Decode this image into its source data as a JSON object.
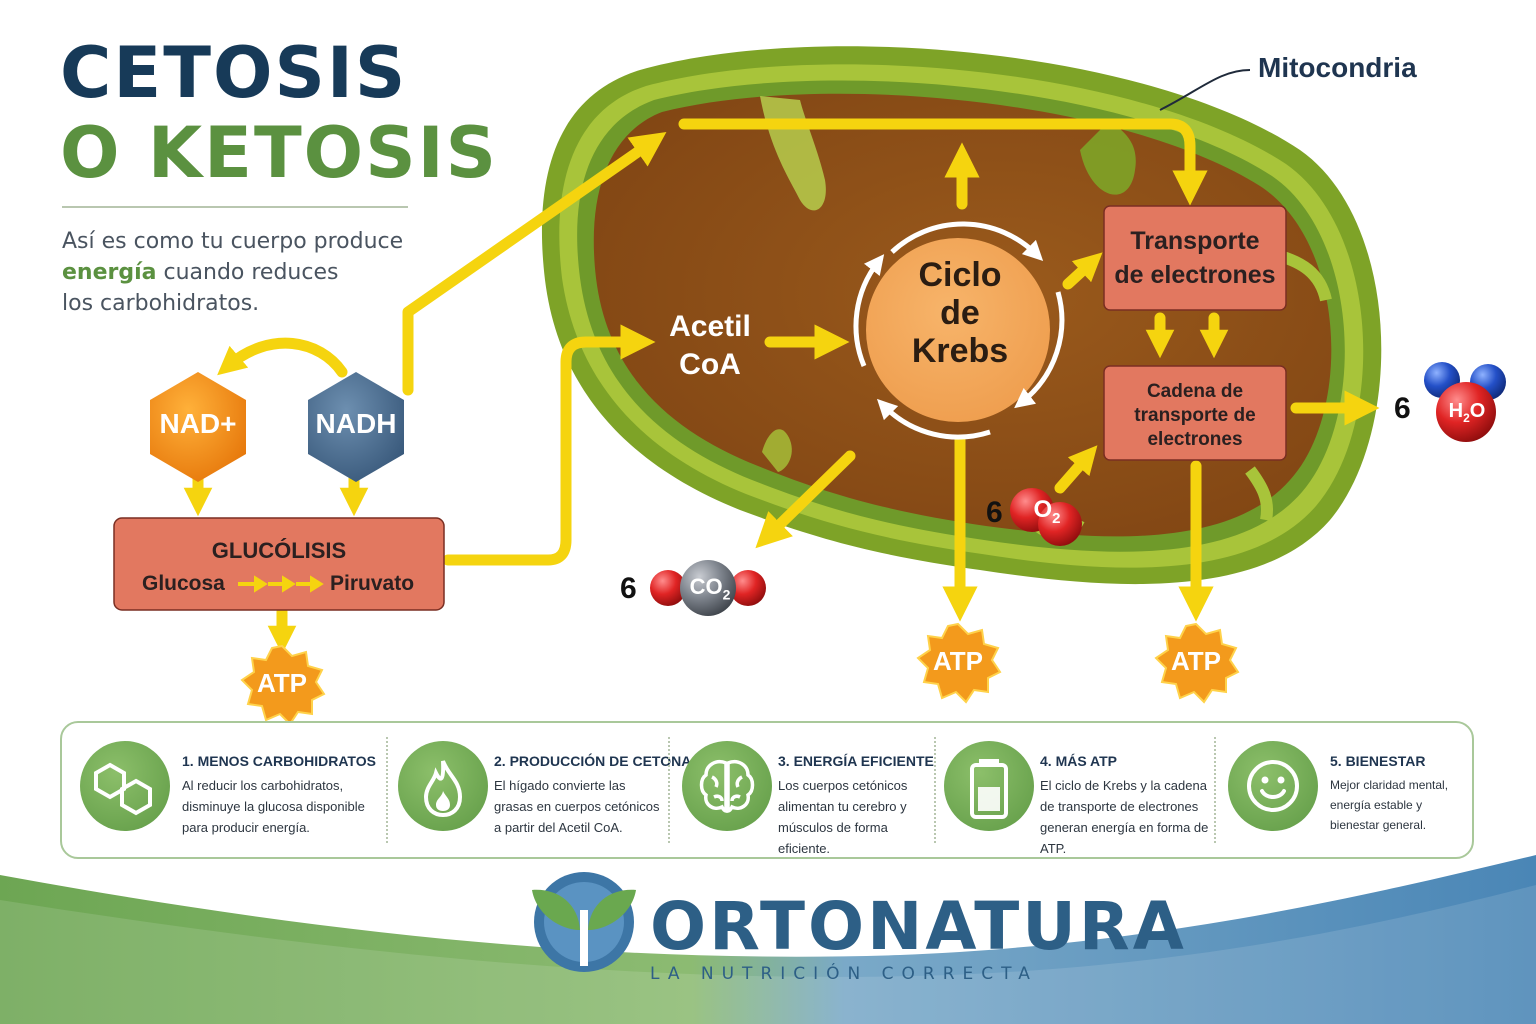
{
  "header": {
    "title_line1": "CETOSIS",
    "title_line2": "O KETOSIS",
    "subtitle_pre": "Así es como tu cuerpo produce",
    "subtitle_highlight": "energía",
    "subtitle_mid": " cuando reduces",
    "subtitle_post": "los carbohidratos."
  },
  "diagram": {
    "mitochondria_label": "Mitocondria",
    "nad_plus": "NAD+",
    "nadh": "NADH",
    "glycolysis": {
      "title": "GLUCÓLISIS",
      "from": "Glucosa",
      "to": "Piruvato"
    },
    "acetyl_coa_line1": "Acetil",
    "acetyl_coa_line2": "CoA",
    "krebs_line1": "Ciclo",
    "krebs_line2": "de",
    "krebs_line3": "Krebs",
    "electron_transport_line1": "Transporte",
    "electron_transport_line2": "de electrones",
    "electron_chain_line1": "Cadena de",
    "electron_chain_line2": "transporte de",
    "electron_chain_line3": "electrones",
    "co2_count": "6",
    "co2_label": "CO",
    "co2_sub": "2",
    "o2_count": "6",
    "o2_label": "O",
    "o2_sub": "2",
    "h2o_count": "6",
    "h2o_label_h": "H",
    "h2o_sub": "2",
    "h2o_label_o": "O",
    "atp_label": "ATP"
  },
  "benefits": [
    {
      "title": "1. MENOS CARBOHIDRATOS",
      "text": "Al reducir los carbohidratos, disminuye la glucosa disponible para producir energía.",
      "icon": "hexagon-molecule-icon"
    },
    {
      "title": "2. PRODUCCIÓN DE CETONAS",
      "text": "El hígado convierte las grasas en cuerpos cetónicos a partir del Acetil CoA.",
      "icon": "flame-icon"
    },
    {
      "title": "3. ENERGÍA EFICIENTE",
      "text": "Los cuerpos cetónicos alimentan tu cerebro y músculos de forma eficiente.",
      "icon": "brain-icon"
    },
    {
      "title": "4. MÁS ATP",
      "text": "El ciclo de Krebs y la cadena de transporte de electrones generan energía en forma de ATP.",
      "icon": "battery-icon"
    },
    {
      "title": "5. BIENESTAR",
      "text": "Mejor claridad mental, energía estable y bienestar general.",
      "icon": "smiley-icon"
    }
  ],
  "brand": {
    "name": "ORTONATURA",
    "tagline": "LA NUTRICIÓN CORRECTA"
  },
  "colors": {
    "title_navy": "#173a58",
    "title_green": "#5b9140",
    "arrow_yellow": "#f5d40f",
    "box_salmon": "#e27860",
    "matrix_brown": "#8e4f17",
    "membrane_green": "#86a72a",
    "atp_orange": "#f39a1c",
    "brand_blue": "#2d5f86"
  }
}
